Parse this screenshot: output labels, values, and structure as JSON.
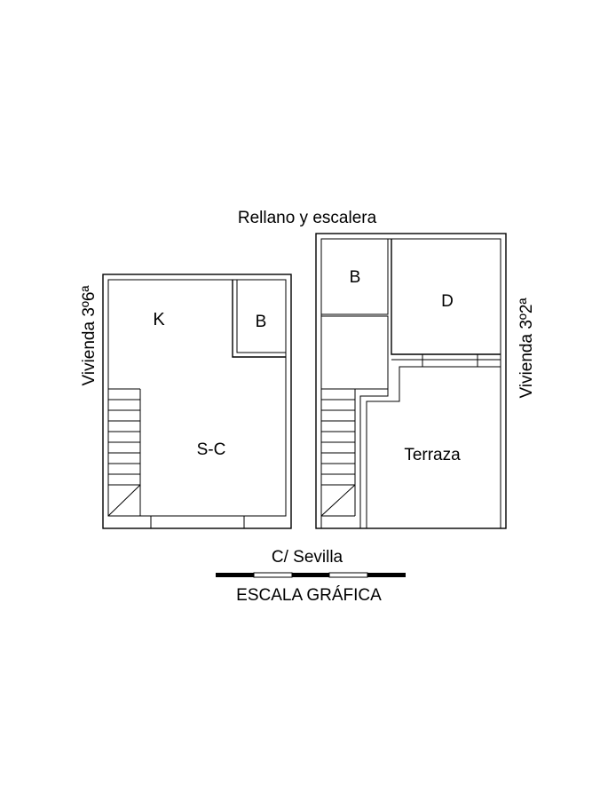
{
  "labels": {
    "top": "Rellano y escalera",
    "left_side": "Vivienda 3º6ª",
    "right_side": "Vivienda 3º2ª",
    "street": "C/ Sevilla",
    "scale": "ESCALA GRÁFICA"
  },
  "rooms": {
    "left_kitchen": "K",
    "left_bath": "B",
    "left_living": "S-C",
    "right_bath": "B",
    "right_bedroom": "D",
    "right_terrace": "Terraza"
  }
}
